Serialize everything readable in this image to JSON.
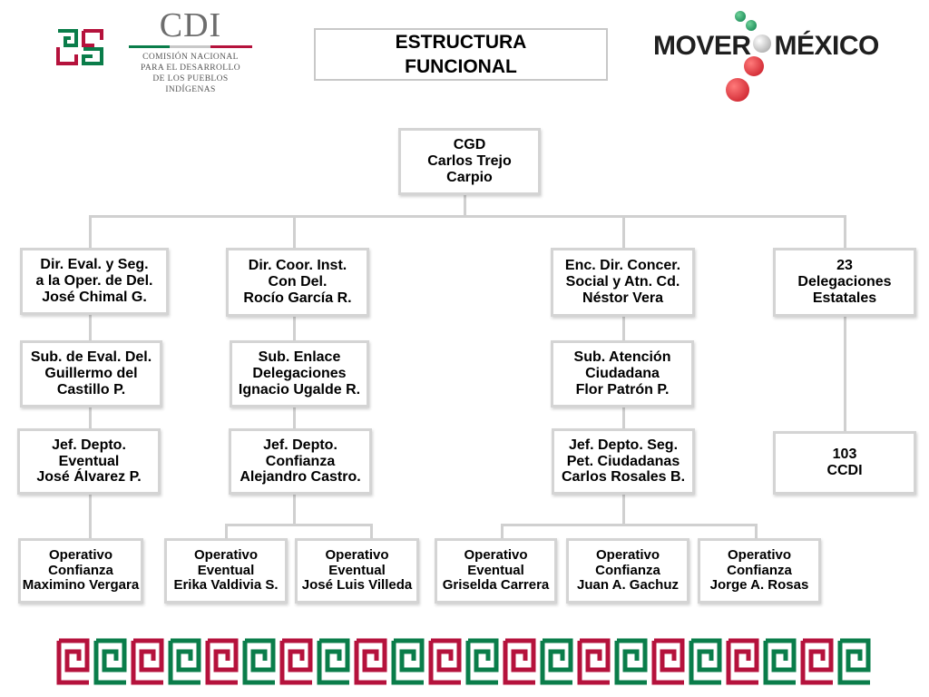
{
  "header": {
    "title_line1": "ESTRUCTURA",
    "title_line2": "FUNCIONAL",
    "cdi_logo": {
      "acronym": "CDI",
      "line1": "COMISIÓN NACIONAL",
      "line2": "PARA EL DESARROLLO",
      "line3": "DE LOS PUEBLOS INDÍGENAS"
    },
    "mover_logo": {
      "left_word": "MOVER",
      "right_word": "MÉXICO"
    }
  },
  "org": {
    "root": {
      "lines": [
        "CGD",
        "Carlos Trejo",
        "Carpio"
      ]
    },
    "col1": {
      "dir": [
        "Dir. Eval. y Seg.",
        "a la Oper. de Del.",
        "José Chimal G."
      ],
      "sub": [
        "Sub. de Eval. Del.",
        "Guillermo del",
        "Castillo P."
      ],
      "jef": [
        "Jef. Depto.",
        "Eventual",
        "José Álvarez P."
      ],
      "ops": [
        [
          "Operativo",
          "Confianza",
          "Maximino Vergara"
        ]
      ]
    },
    "col2": {
      "dir": [
        "Dir. Coor. Inst.",
        "Con Del.",
        "Rocío García R."
      ],
      "sub": [
        "Sub. Enlace",
        "Delegaciones",
        "Ignacio Ugalde R."
      ],
      "jef": [
        "Jef.  Depto.",
        "Confianza",
        "Alejandro Castro."
      ],
      "ops": [
        [
          "Operativo",
          "Eventual",
          "Erika Valdivia S."
        ],
        [
          "Operativo",
          "Eventual",
          "José Luis Villeda"
        ]
      ]
    },
    "col3": {
      "dir": [
        "Enc. Dir. Concer.",
        "Social y Atn. Cd.",
        "Néstor Vera"
      ],
      "sub": [
        "Sub. Atención",
        "Ciudadana",
        "Flor Patrón P."
      ],
      "jef": [
        "Jef. Depto. Seg.",
        "Pet. Ciudadanas",
        "Carlos Rosales B."
      ],
      "ops": [
        [
          "Operativo",
          "Eventual",
          "Griselda Carrera"
        ],
        [
          "Operativo",
          "Confianza",
          "Juan A. Gachuz"
        ],
        [
          "Operativo",
          "Confianza",
          "Jorge A. Rosas"
        ]
      ]
    },
    "col4": {
      "dir": [
        "23",
        "Delegaciones",
        "Estatales"
      ],
      "sub": [
        "103",
        "CCDI"
      ]
    }
  },
  "colors": {
    "green": "#0a7d4a",
    "red": "#b5123c",
    "line_gray": "#d0d0d0"
  }
}
